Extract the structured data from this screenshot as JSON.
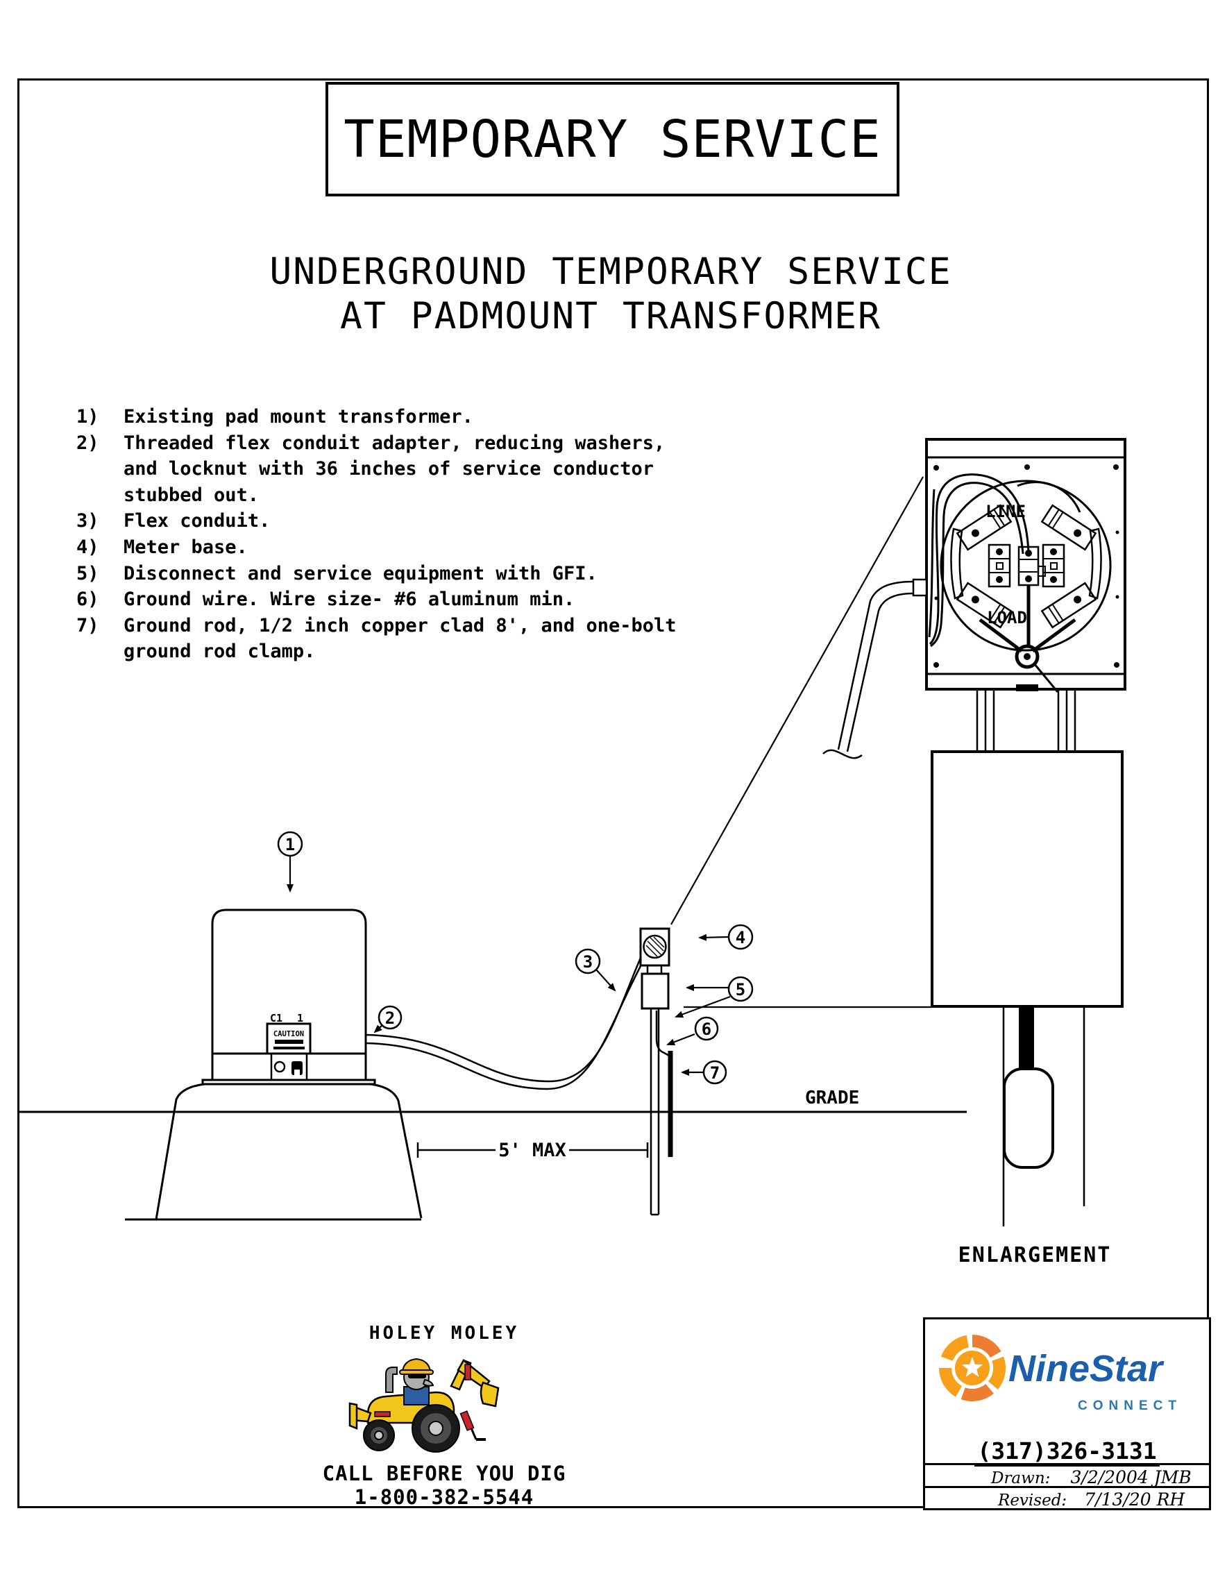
{
  "title": "TEMPORARY SERVICE",
  "subtitle": {
    "line1": "UNDERGROUND TEMPORARY SERVICE",
    "line2": "AT PADMOUNT TRANSFORMER"
  },
  "notes": {
    "rows": [
      {
        "num": "1)",
        "text": "Existing pad mount transformer."
      },
      {
        "num": "2)",
        "text": "Threaded flex conduit adapter, reducing washers,"
      },
      {
        "num": "",
        "text": "and locknut with 36 inches of service conductor"
      },
      {
        "num": "",
        "text": "stubbed out."
      },
      {
        "num": "3)",
        "text": "Flex conduit."
      },
      {
        "num": "4)",
        "text": "Meter base."
      },
      {
        "num": "5)",
        "text": "Disconnect and service equipment with GFI."
      },
      {
        "num": "6)",
        "text": "Ground wire. Wire size- #6 aluminum min."
      },
      {
        "num": "7)",
        "text": "Ground rod, 1/2 inch copper clad 8', and one-bolt"
      },
      {
        "num": "",
        "text": "ground rod clamp."
      }
    ]
  },
  "diagram": {
    "callouts": [
      "1",
      "2",
      "3",
      "4",
      "5",
      "6",
      "7"
    ],
    "grade_label": "GRADE",
    "dim_label": "5' MAX",
    "enlargement_label": "ENLARGEMENT",
    "line_label": "LINE",
    "load_label": "LOAD",
    "transformer_tag_left": "C1",
    "transformer_tag_right": "1",
    "caution_label": "CAUTION"
  },
  "footer": {
    "holey_moley": "HOLEY MOLEY",
    "call_line1": "CALL BEFORE YOU DIG",
    "call_line2": "1-800-382-5544"
  },
  "title_block": {
    "brand": "NineStar",
    "brand_sub": "CONNECT",
    "phone": "(317)326-3131",
    "drawn_label": "Drawn:",
    "drawn_value": "3/2/2004 JMB",
    "revised_label": "Revised:",
    "revised_value": "7/13/20 RH",
    "colors": {
      "brand_blue": "#1B5EAC",
      "connect_blue": "#2E75B6",
      "logo_orange": "#F9A01B",
      "logo_orange_dark": "#ED7D31"
    }
  }
}
